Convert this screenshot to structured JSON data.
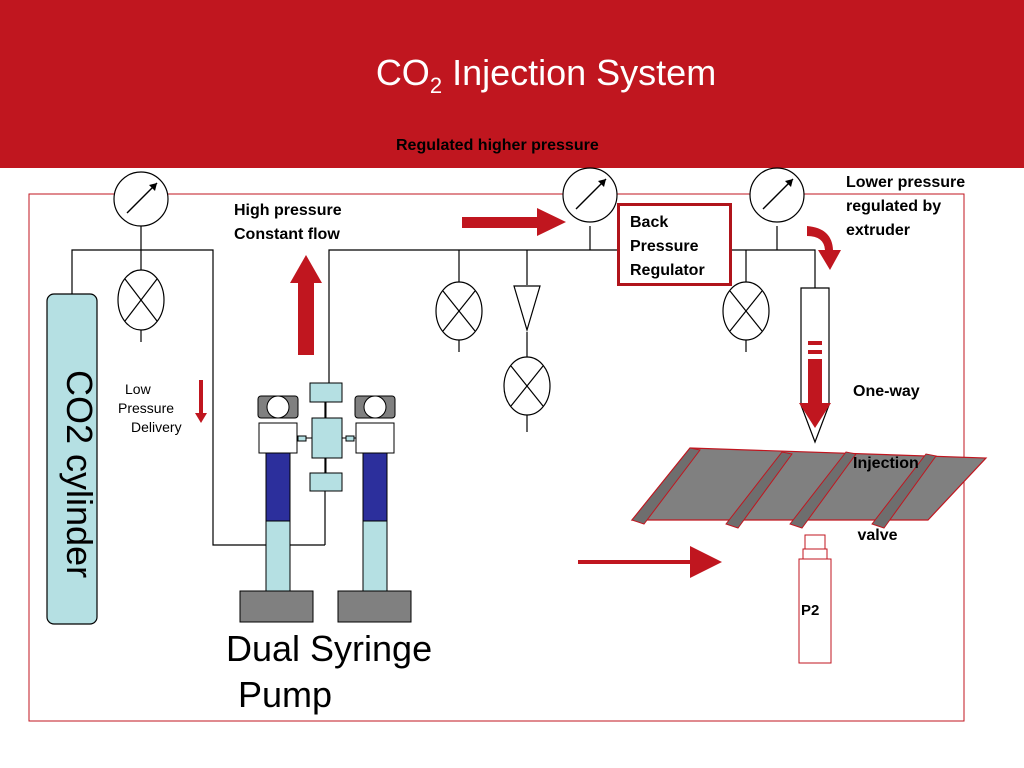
{
  "slide": {
    "title_main": "CO",
    "title_sub": "2",
    "title_rest": " Injection System"
  },
  "labels": {
    "regulated_higher_pressure": "Regulated higher pressure",
    "high_pressure_line1": "High pressure",
    "high_pressure_line2": "Constant flow",
    "lower_pressure_line1": "Lower pressure",
    "lower_pressure_line2": "regulated by",
    "lower_pressure_line3": "extruder",
    "bpr_line1": "Back",
    "bpr_line2": "Pressure",
    "bpr_line3": "Regulator",
    "oneway_line1": "One-way",
    "oneway_line2": "Injection",
    "oneway_line3": " valve",
    "low_line1": "Low",
    "low_line2": "Pressure",
    "low_line3": "Delivery",
    "co2_cylinder": "CO2 cylinder",
    "p2": "P2",
    "pump_line1": "Dual Syringe",
    "pump_line2": "Pump"
  },
  "colors": {
    "header": "#c0161f",
    "arrow": "#c0161f",
    "cylinder_fill": "#b5e0e3",
    "piston_blue": "#2c2f9c",
    "base_gray": "#808080"
  }
}
